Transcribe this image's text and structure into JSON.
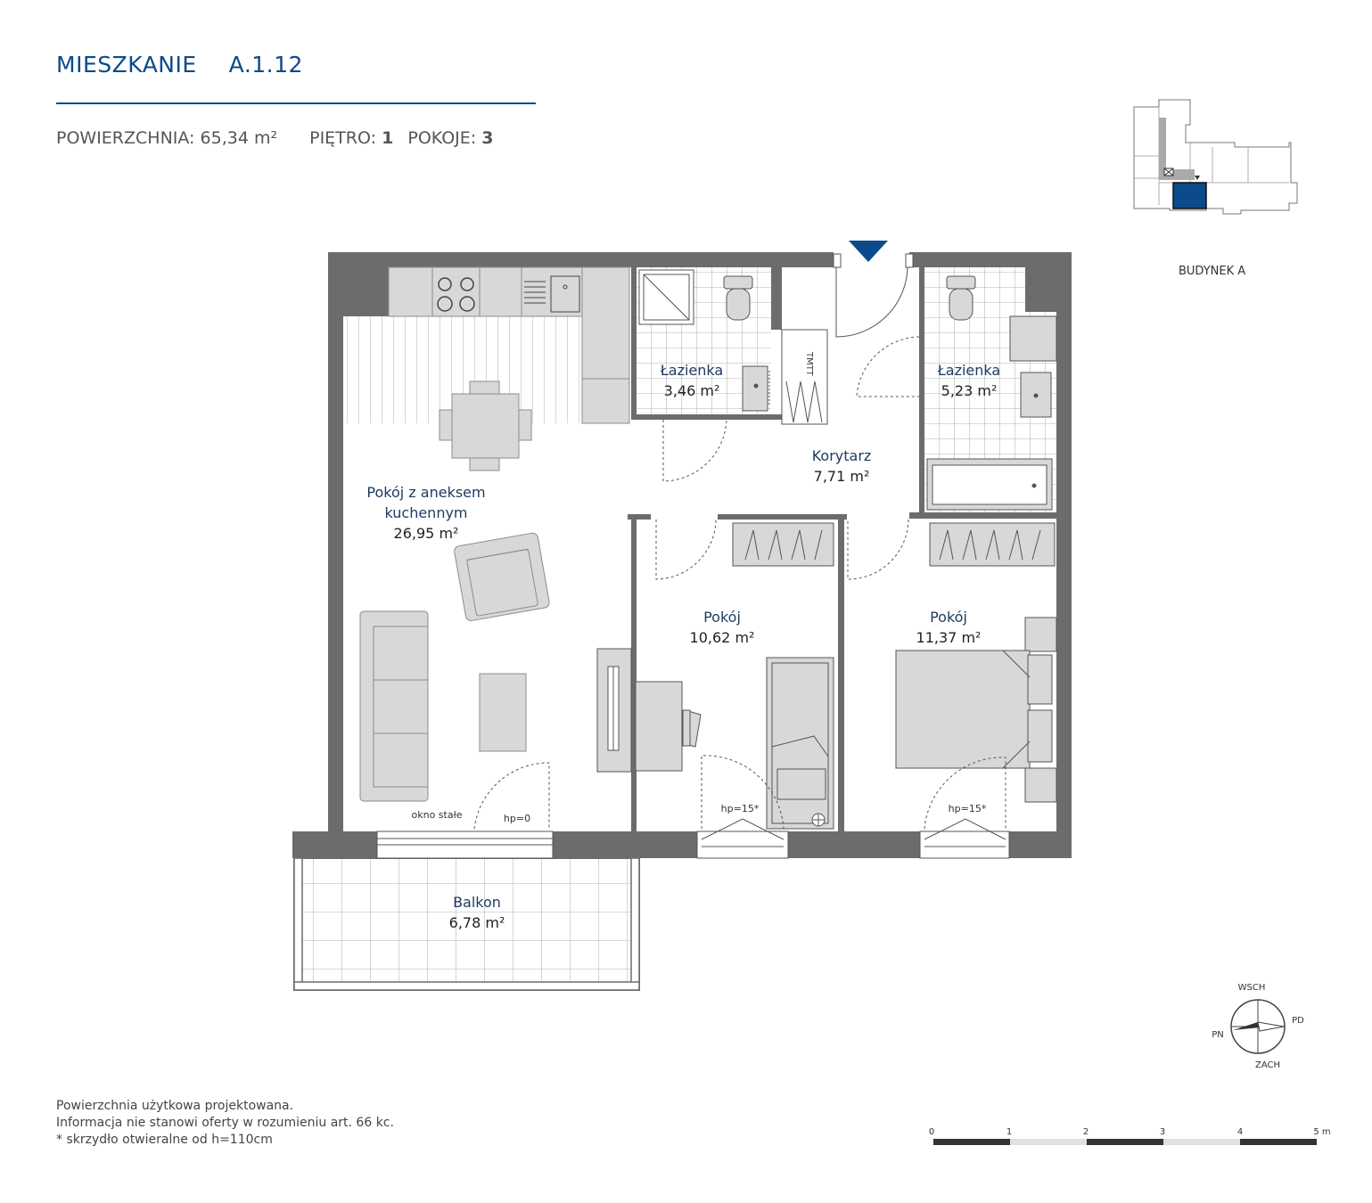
{
  "header": {
    "title_word": "MIESZKANIE",
    "title_code": "A.1.12",
    "area_label": "POWIERZCHNIA:",
    "area_value": "65,34 m²",
    "floor_label": "PIĘTRO:",
    "floor_value": "1",
    "rooms_label": "POKOJE:",
    "rooms_value": "3"
  },
  "building_label": "BUDYNEK A",
  "colors": {
    "accent": "#0b4a8b",
    "wall": "#6b6c6e",
    "furniture": "#d7d8da",
    "furniture_stroke": "#8a8b8d"
  },
  "rooms": {
    "living": {
      "name_line1": "Pokój z aneksem",
      "name_line2": "kuchennym",
      "area": "26,95 m²"
    },
    "bath1": {
      "name": "Łazienka",
      "area": "3,46 m²"
    },
    "bath2": {
      "name": "Łazienka",
      "area": "5,23 m²"
    },
    "corridor": {
      "name": "Korytarz",
      "area": "7,71 m²"
    },
    "room1": {
      "name": "Pokój",
      "area": "10,62 m²"
    },
    "room2": {
      "name": "Pokój",
      "area": "11,37 m²"
    },
    "balcony": {
      "name": "Balkon",
      "area": "6,78 m²"
    }
  },
  "annotations": {
    "fixed_window": "okno stałe",
    "hp0": "hp=0",
    "hp15_a": "hp=15*",
    "hp15_b": "hp=15*",
    "tmtt": "TMTT"
  },
  "compass": {
    "north": "WSCH",
    "east": "PD",
    "south": "ZACH",
    "west": "PN"
  },
  "scale": {
    "ticks": [
      "0",
      "1",
      "2",
      "3",
      "4",
      "5 m"
    ]
  },
  "notes": [
    "Powierzchnia użytkowa projektowana.",
    "Informacja nie stanowi oferty w rozumieniu art. 66 kc.",
    "* skrzydło otwieralne od h=110cm"
  ]
}
